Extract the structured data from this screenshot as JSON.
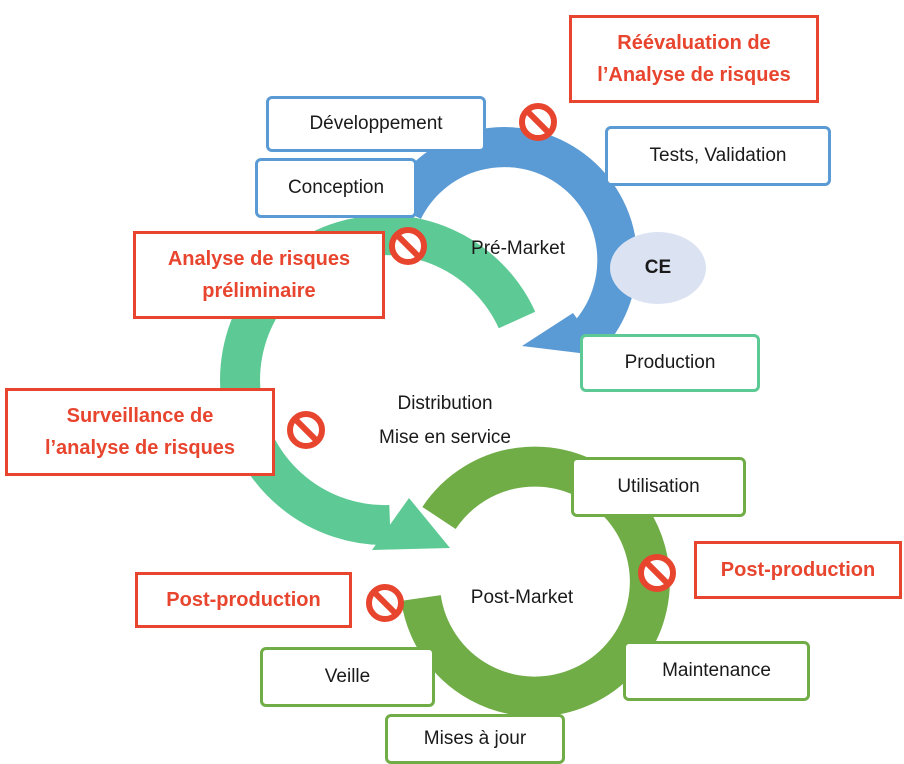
{
  "colors": {
    "pre_market_ring": "#5b9bd5",
    "distribution_ring": "#5dc994",
    "post_market_ring": "#70ad47",
    "risk_text": "#e8452f",
    "ce_fill": "#dbe3f2",
    "prohibited_icon": "#e8452f"
  },
  "stages": {
    "pre_market": "Pré-Market",
    "distribution_line1": "Distribution",
    "distribution_line2": "Mise en service",
    "post_market": "Post-Market",
    "ce": "CE"
  },
  "activities": {
    "developpement": "Développement",
    "conception": "Conception",
    "tests_validation": "Tests, Validation",
    "production": "Production",
    "utilisation": "Utilisation",
    "maintenance": "Maintenance",
    "mises_a_jour": "Mises à jour",
    "veille": "Veille"
  },
  "risk_boxes": {
    "reevaluation_line1": "Réévaluation de",
    "reevaluation_line2": "l’Analyse de risques",
    "preliminaire_line1": "Analyse de risques",
    "preliminaire_line2": "préliminaire",
    "surveillance_line1": "Surveillance de",
    "surveillance_line2": "l’analyse de risques",
    "post_production_right": "Post-production",
    "post_production_left": "Post-production"
  },
  "icons": [
    "prohibited-icon",
    "prohibited-icon",
    "prohibited-icon",
    "prohibited-icon",
    "prohibited-icon"
  ]
}
